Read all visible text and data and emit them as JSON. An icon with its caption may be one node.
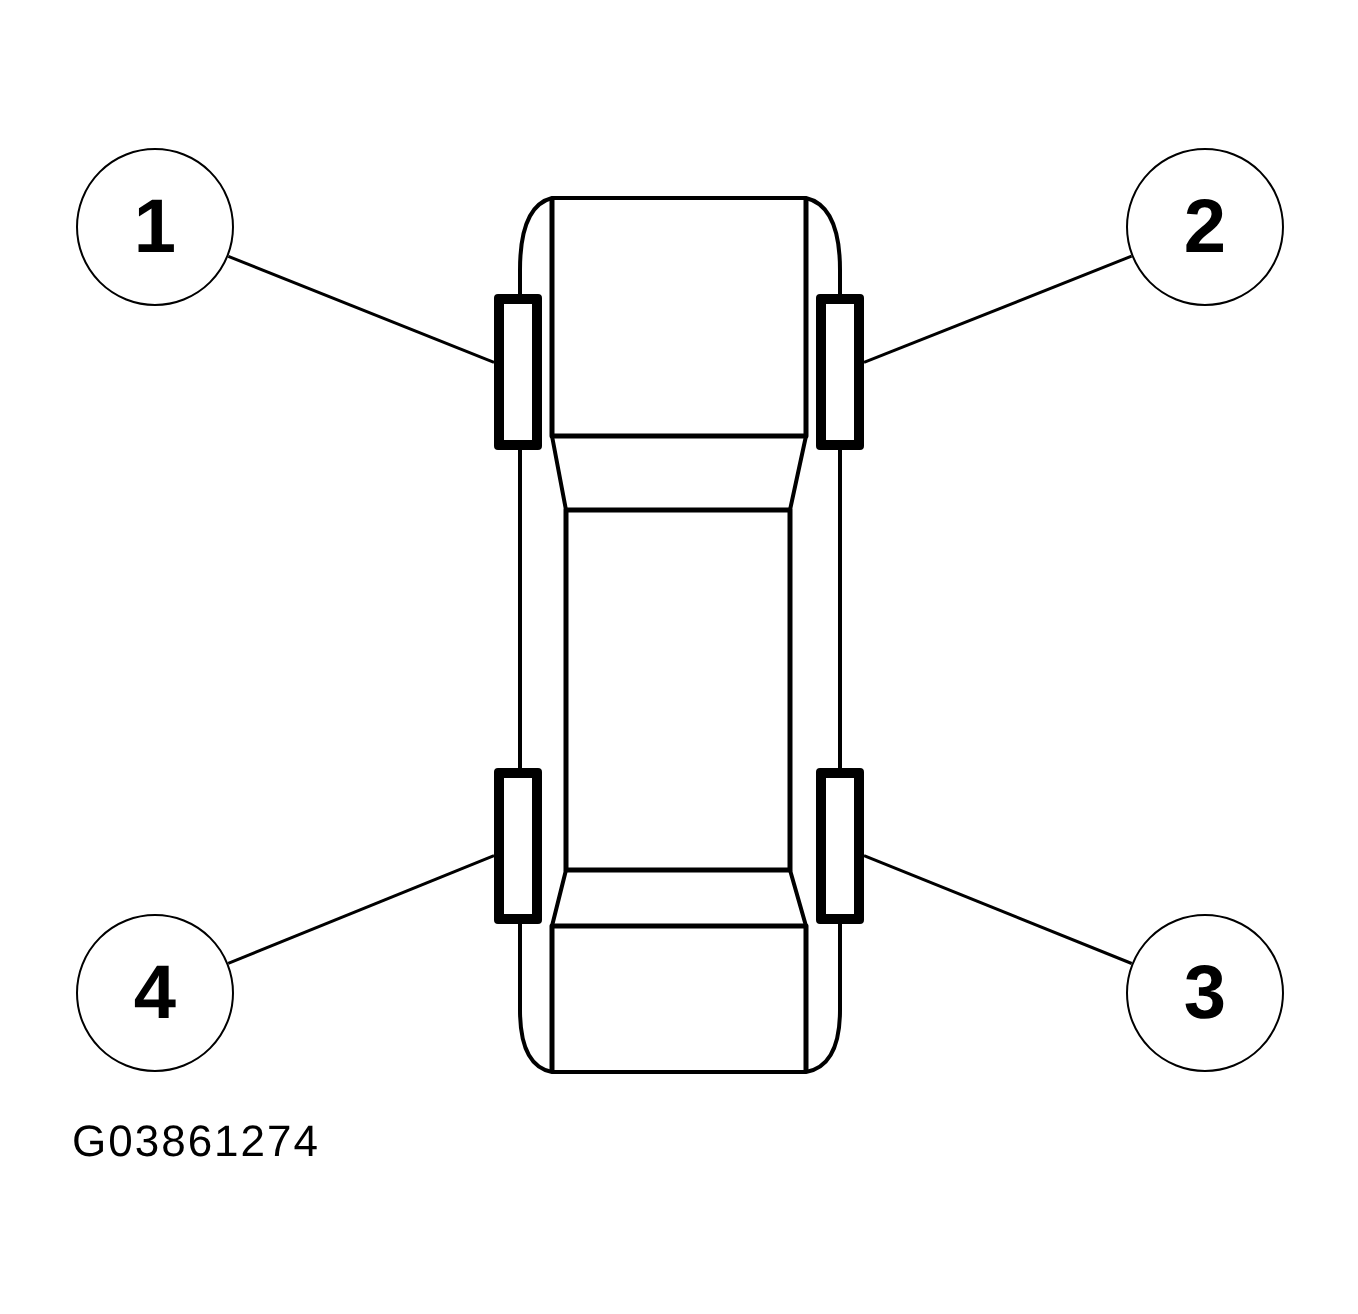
{
  "diagram": {
    "nodes": [
      {
        "text": [
          "1"
        ]
      },
      {
        "text": [
          "2"
        ]
      },
      {
        "text": [
          "3"
        ]
      },
      {
        "text": [
          "4"
        ]
      },
      {
        "text": [],
        "shape": "box"
      },
      {
        "text": [],
        "shape": "box"
      },
      {
        "text": [],
        "shape": "box"
      },
      {
        "text": [],
        "shape": "box"
      }
    ],
    "edges": [
      {
        "from": 0,
        "to": 4,
        "arrow": "none"
      },
      {
        "from": 1,
        "to": 5,
        "arrow": "none"
      },
      {
        "from": 2,
        "to": 6,
        "arrow": "none"
      },
      {
        "from": 3,
        "to": 7,
        "arrow": "none"
      }
    ],
    "labels": [
      "G03861274"
    ]
  }
}
